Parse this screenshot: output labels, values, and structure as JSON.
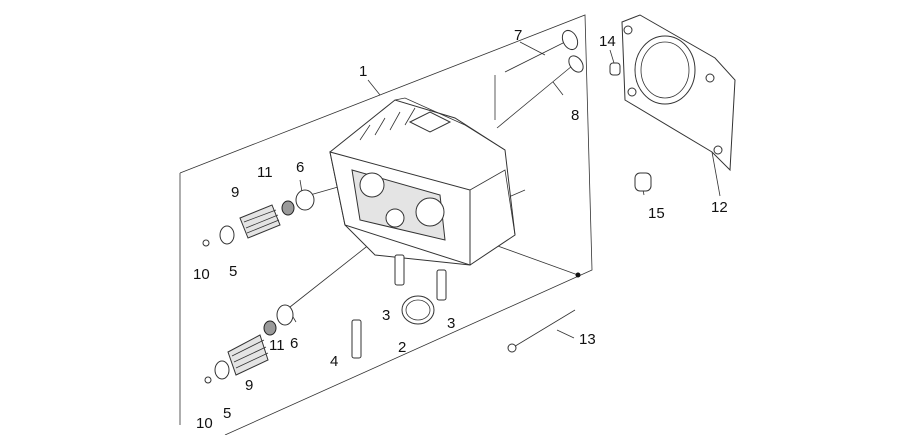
{
  "callouts": [
    {
      "id": "c1",
      "text": "1"
    },
    {
      "id": "c2",
      "text": "2"
    },
    {
      "id": "c3a",
      "text": "3"
    },
    {
      "id": "c3b",
      "text": "3"
    },
    {
      "id": "c4",
      "text": "4"
    },
    {
      "id": "c5a",
      "text": "5"
    },
    {
      "id": "c5b",
      "text": "5"
    },
    {
      "id": "c6a",
      "text": "6"
    },
    {
      "id": "c6b",
      "text": "6"
    },
    {
      "id": "c7",
      "text": "7"
    },
    {
      "id": "c8",
      "text": "8"
    },
    {
      "id": "c9a",
      "text": "9"
    },
    {
      "id": "c9b",
      "text": "9"
    },
    {
      "id": "c10a",
      "text": "10"
    },
    {
      "id": "c10b",
      "text": "10"
    },
    {
      "id": "c11a",
      "text": "11"
    },
    {
      "id": "c11b",
      "text": "11"
    },
    {
      "id": "c12",
      "text": "12"
    },
    {
      "id": "c13",
      "text": "13"
    },
    {
      "id": "c14",
      "text": "14"
    },
    {
      "id": "c15",
      "text": "15"
    }
  ],
  "colors": {
    "line": "#333333",
    "background": "#ffffff"
  }
}
